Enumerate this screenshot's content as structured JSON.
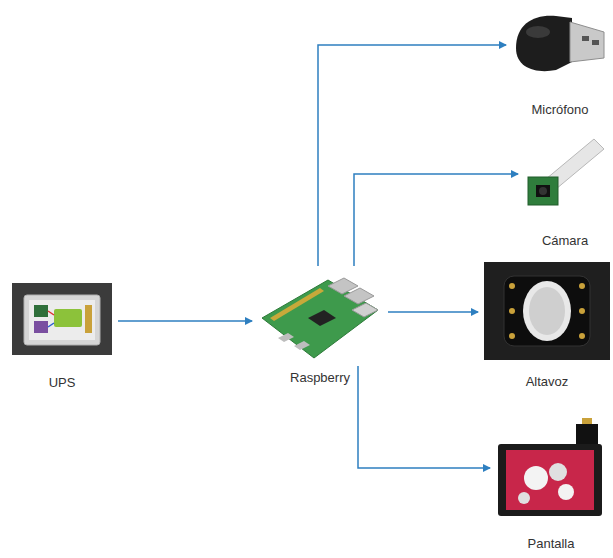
{
  "diagram": {
    "nodes": [
      {
        "text": [
          "UPS"
        ]
      },
      {
        "text": [
          "Raspberry"
        ]
      },
      {
        "text": [
          "Micrófono"
        ]
      },
      {
        "text": [
          "Cámara"
        ]
      },
      {
        "text": [
          "Altavoz"
        ]
      },
      {
        "text": [
          "Pantalla"
        ]
      }
    ],
    "edges": [
      {
        "from": 0,
        "to": 1,
        "arrow": "to"
      },
      {
        "from": 1,
        "to": 2,
        "arrow": "to"
      },
      {
        "from": 1,
        "to": 3,
        "arrow": "to"
      },
      {
        "from": 1,
        "to": 4,
        "arrow": "to"
      },
      {
        "from": 1,
        "to": 5,
        "arrow": "to"
      }
    ]
  }
}
